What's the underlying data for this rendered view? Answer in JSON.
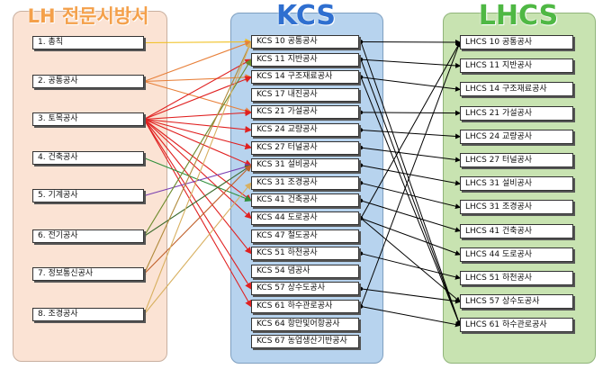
{
  "titles": {
    "lh": "LH 전문시방서",
    "kcs": "KCS",
    "lhcs": "LHCS"
  },
  "lh_items": [
    "1. 총칙",
    "2. 공통공사",
    "3. 토목공사",
    "4. 건축공사",
    "5. 기계공사",
    "6. 전기공사",
    "7. 정보통신공사",
    "8. 조경공사"
  ],
  "kcs_items": [
    "KCS 10 공통공사",
    "KCS 11 지반공사",
    "KCS 14 구조재료공사",
    "KCS 17 내진공사",
    "KCS 21 가설공사",
    "KCS 24 교량공사",
    "KCS 27 터널공사",
    "KCS 31 설비공사",
    "KCS 31 조경공사",
    "KCS 41 건축공사",
    "KCS 44 도로공사",
    "KCS 47 철도공사",
    "KCS 51 하천공사",
    "KCS 54 댐공사",
    "KCS 57 상수도공사",
    "KCS 61 하수관로공사",
    "KCS 64 항만및어항공사",
    "KCS 67 농업생산기반공사"
  ],
  "lhcs_items": [
    "LHCS 10 공통공사",
    "LHCS 11 지반공사",
    "LHCS 14 구조재료공사",
    "LHCS 21 가설공사",
    "LHCS 24 교량공사",
    "LHCS 27 터널공사",
    "LHCS 31 설비공사",
    "LHCS 31 조경공사",
    "LHCS 41 건축공사",
    "LHCS 44 도로공사",
    "LHCS 51 하천공사",
    "LHCS 57 상수도공사",
    "LHCS 61 하수관로공사"
  ],
  "colors": {
    "lh_title": "#f4a04a",
    "kcs_title": "#2f6fd0",
    "lhcs_title": "#4fb844"
  },
  "lh_to_kcs": [
    {
      "from": 0,
      "to": 0,
      "color": "#f0c020"
    },
    {
      "from": 1,
      "to": 0,
      "color": "#e8803a"
    },
    {
      "from": 1,
      "to": 2,
      "color": "#e8803a"
    },
    {
      "from": 1,
      "to": 4,
      "color": "#e8803a"
    },
    {
      "from": 2,
      "to": 1,
      "color": "#e02020"
    },
    {
      "from": 2,
      "to": 2,
      "color": "#e02020"
    },
    {
      "from": 2,
      "to": 4,
      "color": "#e02020"
    },
    {
      "from": 2,
      "to": 5,
      "color": "#e02020"
    },
    {
      "from": 2,
      "to": 6,
      "color": "#e02020"
    },
    {
      "from": 2,
      "to": 7,
      "color": "#e02020"
    },
    {
      "from": 2,
      "to": 9,
      "color": "#e02020"
    },
    {
      "from": 2,
      "to": 10,
      "color": "#e02020"
    },
    {
      "from": 2,
      "to": 12,
      "color": "#e02020"
    },
    {
      "from": 2,
      "to": 14,
      "color": "#e02020"
    },
    {
      "from": 2,
      "to": 15,
      "color": "#e02020"
    },
    {
      "from": 3,
      "to": 9,
      "color": "#2e8f3a"
    },
    {
      "from": 4,
      "to": 7,
      "color": "#7a3fb0"
    },
    {
      "from": 5,
      "to": 7,
      "color": "#3a6a2a"
    },
    {
      "from": 5,
      "to": 1,
      "color": "#6a8a2a"
    },
    {
      "from": 6,
      "to": 7,
      "color": "#c0602a"
    },
    {
      "from": 6,
      "to": 0,
      "color": "#b08a3a"
    },
    {
      "from": 7,
      "to": 8,
      "color": "#d8b060"
    },
    {
      "from": 7,
      "to": 0,
      "color": "#d8b060"
    }
  ],
  "kcs_to_lhcs": [
    {
      "from": 0,
      "to": 0
    },
    {
      "from": 1,
      "to": 1
    },
    {
      "from": 2,
      "to": 2
    },
    {
      "from": 4,
      "to": 3
    },
    {
      "from": 5,
      "to": 4
    },
    {
      "from": 6,
      "to": 5
    },
    {
      "from": 7,
      "to": 6
    },
    {
      "from": 8,
      "to": 7
    },
    {
      "from": 9,
      "to": 8
    },
    {
      "from": 10,
      "to": 9
    },
    {
      "from": 12,
      "to": 10
    },
    {
      "from": 14,
      "to": 11
    },
    {
      "from": 15,
      "to": 12
    },
    {
      "from": 10,
      "to": 0
    },
    {
      "from": 15,
      "to": 0
    },
    {
      "from": 1,
      "to": 12
    },
    {
      "from": 2,
      "to": 12
    },
    {
      "from": 10,
      "to": 11
    },
    {
      "from": 0,
      "to": 12
    }
  ]
}
